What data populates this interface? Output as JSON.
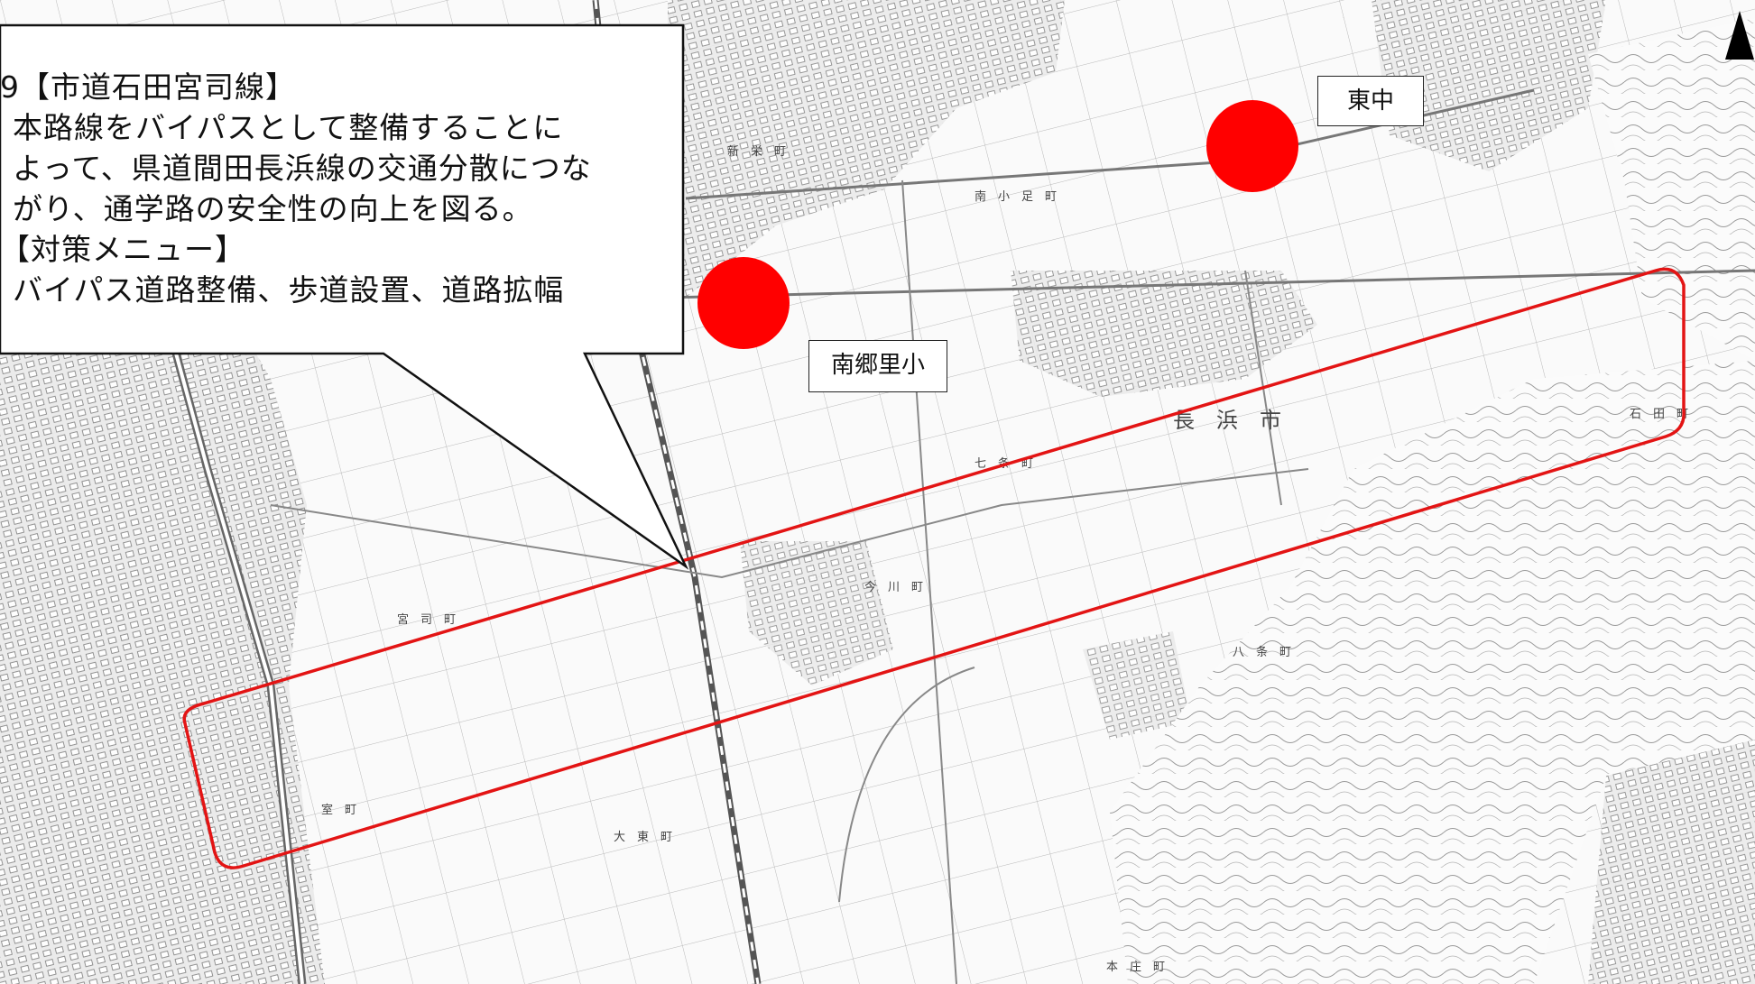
{
  "callout": {
    "title": "9【市道石田宮司線】",
    "line1": "本路線をバイパスとして整備することに",
    "line2": "よって、県道間田長浜線の交通分散につな",
    "line3": "がり、通学路の安全性の向上を図る。",
    "menu_heading": "【対策メニュー】",
    "menu_items": "バイパス道路整備、歩道設置、道路拡幅"
  },
  "labels": {
    "school_east": "東中",
    "school_south": "南郷里小"
  },
  "map_text": {
    "town_muro": "室　町",
    "town_daito": "大　東　町",
    "town_imagawa": "今　川　町",
    "town_nanajo": "七　条　町",
    "town_miyashi": "宮　司　町",
    "town_ishida": "石　田　町",
    "town_shinei": "新　栄　町",
    "town_minamikoashi": "南　小　足　町",
    "town_hayashi": "八　条　町",
    "town_honjo": "本　庄　町",
    "city_nagahama": "長　浜　市"
  },
  "colors": {
    "route": "#e31414",
    "school_marker": "#ff0000",
    "map_lines": "#8a8a8a"
  },
  "icons": {
    "north_arrow": "north-arrow-icon"
  }
}
